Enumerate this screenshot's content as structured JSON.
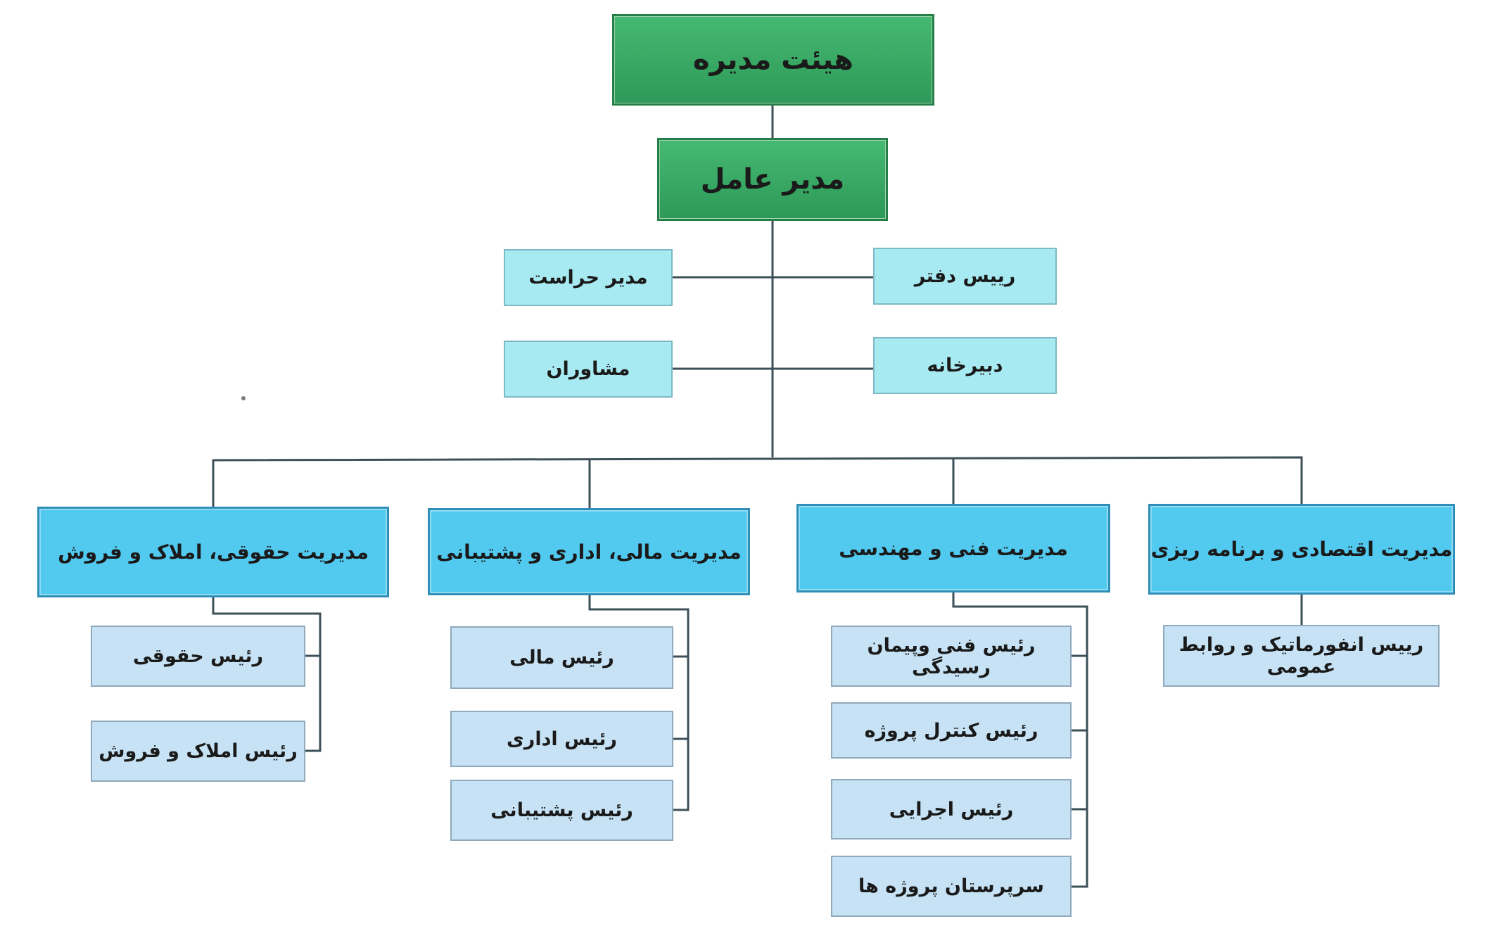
{
  "board": "هیئت مدیره",
  "ceo": "مدیر عامل",
  "staff": {
    "security_manager": "مدیر حراست",
    "office_head": "رییس دفتر",
    "advisors": "مشاوران",
    "secretariat": "دبیرخانه"
  },
  "departments": {
    "legal": {
      "title": "مدیریت حقوقی، املاک و فروش",
      "units": [
        "رئیس حقوقی",
        "رئیس املاک و فروش"
      ]
    },
    "finance": {
      "title": "مدیریت مالی، اداری و پشتیبانی",
      "units": [
        "رئیس مالی",
        "رئیس اداری",
        "رئیس پشتیبانی"
      ]
    },
    "engineering": {
      "title": "مدیریت فنی و مهندسی",
      "units": [
        "رئیس فنی وپیمان رسیدگی",
        "رئیس کنترل پروژه",
        "رئیس اجرایی",
        "سرپرستان پروژه ها"
      ]
    },
    "economic": {
      "title": "مدیریت اقتصادی و برنامه ریزی",
      "units": [
        "رییس انفورماتیک و روابط عمومی"
      ]
    }
  },
  "colors": {
    "top_level": "#37a865",
    "staff": "#a8eaf2",
    "department": "#52c9ef",
    "unit": "#c6e2f4",
    "connector": "#3d4f58"
  }
}
